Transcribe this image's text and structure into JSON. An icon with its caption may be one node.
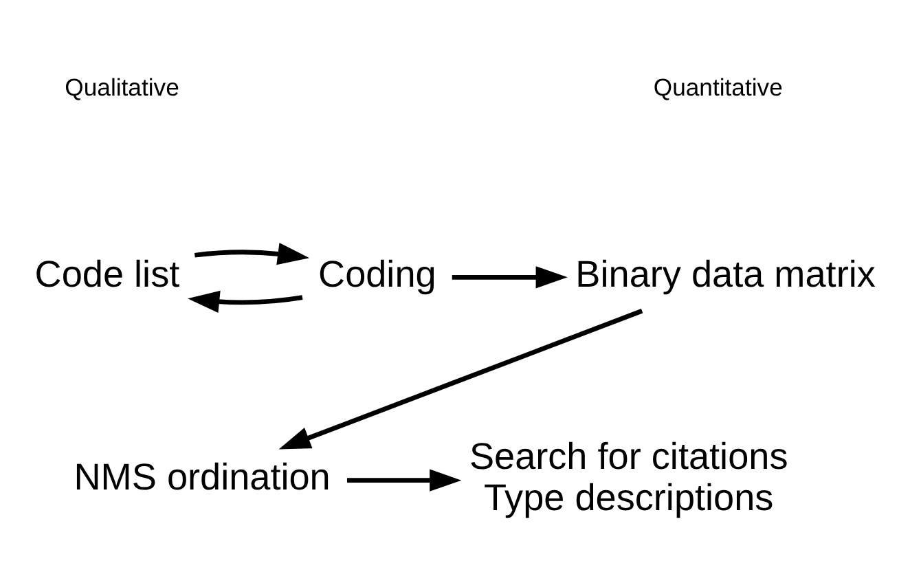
{
  "diagram": {
    "nodes": [
      {
        "text": [
          "Code list"
        ]
      },
      {
        "text": [
          "Coding"
        ]
      },
      {
        "text": [
          "Binary data matrix"
        ]
      },
      {
        "text": [
          "NMS ordination"
        ]
      },
      {
        "text": [
          "Search for citations",
          "Type descriptions"
        ]
      }
    ],
    "edges": [
      {
        "from": 1,
        "to": 0,
        "arrow": "to"
      },
      {
        "from": 0,
        "to": 1,
        "arrow": "to"
      },
      {
        "from": 1,
        "to": 2,
        "arrow": "to"
      },
      {
        "from": 2,
        "to": 3,
        "arrow": "to"
      },
      {
        "from": 3,
        "to": 4,
        "arrow": "to"
      }
    ],
    "labels": [
      "Qualitative",
      "Quantitative"
    ]
  }
}
